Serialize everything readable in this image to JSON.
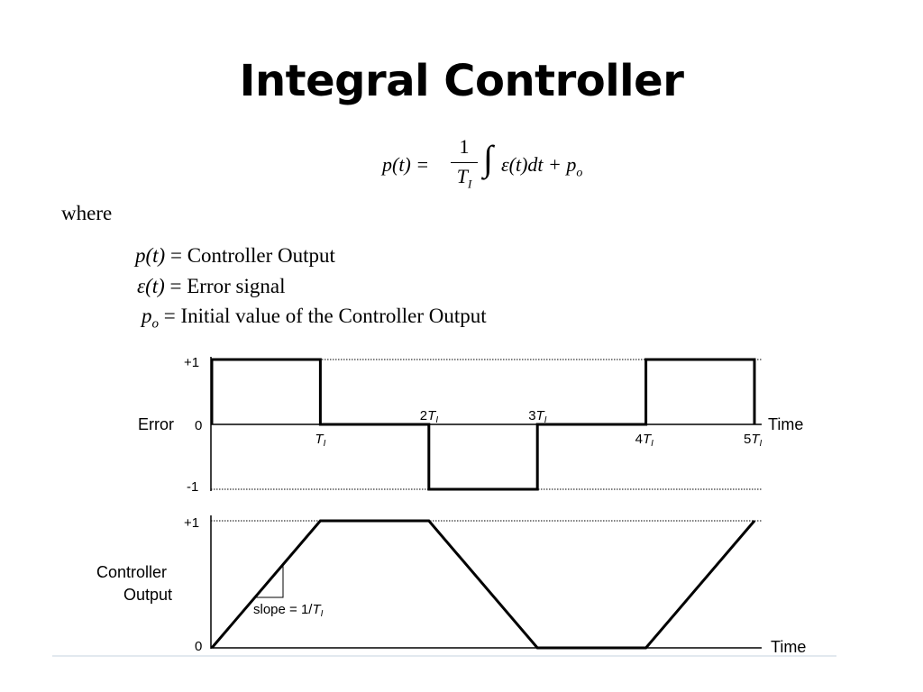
{
  "slide": {
    "title": "Integral Controller",
    "formula": {
      "lhs": "p(t) =",
      "numerator": "1",
      "denominator": "T",
      "denominator_sub": "I",
      "integral_sign": "∫",
      "integrand": "ε(t)dt + p",
      "integrand_sub": "o"
    },
    "where_label": "where",
    "definitions": [
      {
        "symbol": "p(t)",
        "symbol_sub": "",
        "text": " = Controller Output"
      },
      {
        "symbol": "ε(t)",
        "symbol_sub": "",
        "text": " = Error signal"
      },
      {
        "symbol": "p",
        "symbol_sub": "o",
        "text": "  = Initial value of the Controller Output"
      }
    ]
  },
  "diagram": {
    "error_plot": {
      "ylabel": "Error",
      "xlabel": "Time",
      "y_ticks": [
        "+1",
        "0",
        "-1"
      ],
      "x_ticks": [
        {
          "base": "",
          "sym": "T",
          "sub": "I",
          "t": 1
        },
        {
          "base": "2",
          "sym": "T",
          "sub": "I",
          "t": 2
        },
        {
          "base": "3",
          "sym": "T",
          "sub": "I",
          "t": 3
        },
        {
          "base": "4",
          "sym": "T",
          "sub": "I",
          "t": 4
        },
        {
          "base": "5",
          "sym": "T",
          "sub": "I",
          "t": 5
        }
      ],
      "waveform": [
        [
          0,
          0
        ],
        [
          0,
          1
        ],
        [
          1,
          1
        ],
        [
          1,
          0
        ],
        [
          2,
          0
        ],
        [
          2,
          -1
        ],
        [
          3,
          -1
        ],
        [
          3,
          0
        ],
        [
          4,
          0
        ],
        [
          4,
          1
        ],
        [
          5,
          1
        ],
        [
          5,
          0
        ]
      ]
    },
    "output_plot": {
      "ylabel_line1": "Controller",
      "ylabel_line2": "Output",
      "xlabel": "Time",
      "y_ticks": [
        "+1",
        "0"
      ],
      "waveform": [
        [
          0,
          0
        ],
        [
          1,
          1
        ],
        [
          2,
          1
        ],
        [
          3,
          0
        ],
        [
          4,
          0
        ],
        [
          5,
          1
        ]
      ],
      "slope_label_prefix": "slope = 1/",
      "slope_label_sym": "T",
      "slope_label_sub": "I"
    }
  }
}
